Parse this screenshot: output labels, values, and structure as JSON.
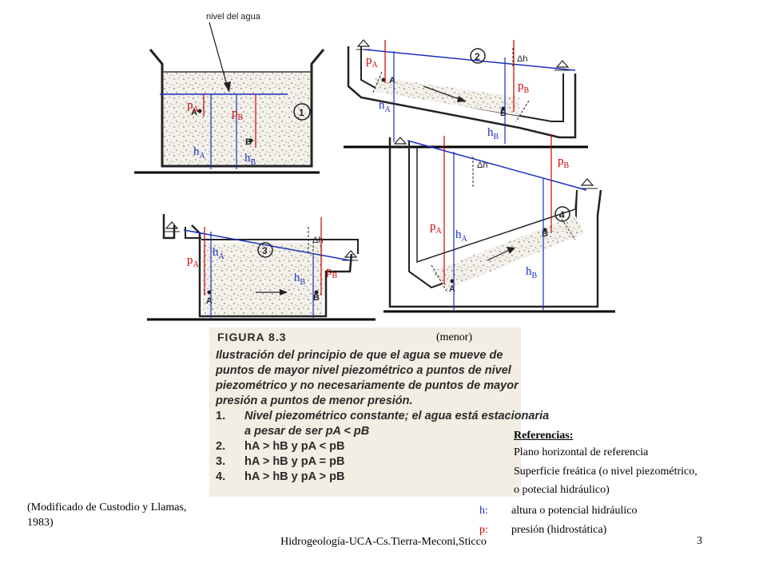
{
  "diagram": {
    "water_level_label": "nivel del agua",
    "tank_numbers": [
      "1",
      "2",
      "3",
      "4"
    ],
    "delta_h": "Δh",
    "point_labels": {
      "a": "A",
      "b": "B"
    },
    "labels": {
      "pA": {
        "main": "p",
        "sub": "A"
      },
      "pB": {
        "main": "p",
        "sub": "B"
      },
      "hA": {
        "main": "h",
        "sub": "A"
      },
      "hB": {
        "main": "h",
        "sub": "B"
      }
    },
    "colors": {
      "pressure": "#cc0000",
      "head": "#1a2fbf",
      "reference": "#000000"
    }
  },
  "figure": {
    "title": "FIGURA 8.3",
    "description": "Ilustración del principio de que el agua se mueve de puntos de mayor nivel piezométrico a puntos de nivel piezométrico y no necesariamente de puntos de mayor presión a puntos de menor presión.",
    "items": [
      {
        "num": "1.",
        "text": "Nivel piezométrico constante; el agua está estacionaria",
        "cont": "a pesar de ser pA < pB"
      },
      {
        "num": "2.",
        "text": "hA > hB y pA < pB"
      },
      {
        "num": "3.",
        "text": "hA > hB y pA = pB"
      },
      {
        "num": "4.",
        "text": "hA > hB y pA > pB"
      }
    ]
  },
  "annotation": {
    "menor": "(menor)"
  },
  "references": {
    "title": "Referencias:",
    "horizontal_plane": "Plano horizontal de referencia",
    "water_table_1": "Superficie freática (o nivel piezométrico,",
    "water_table_2": "o potecial hidráulico)",
    "h_key": "h:",
    "h_text": "altura o potencial hidráulico",
    "p_key": "p:",
    "p_text": "presión (hidrostática)"
  },
  "credit": "(Modificado de Custodio y Llamas, 1983)",
  "footer": "Hidrogeología-UCA-Cs.Tierra-Meconi,Sticco",
  "page_number": "3"
}
